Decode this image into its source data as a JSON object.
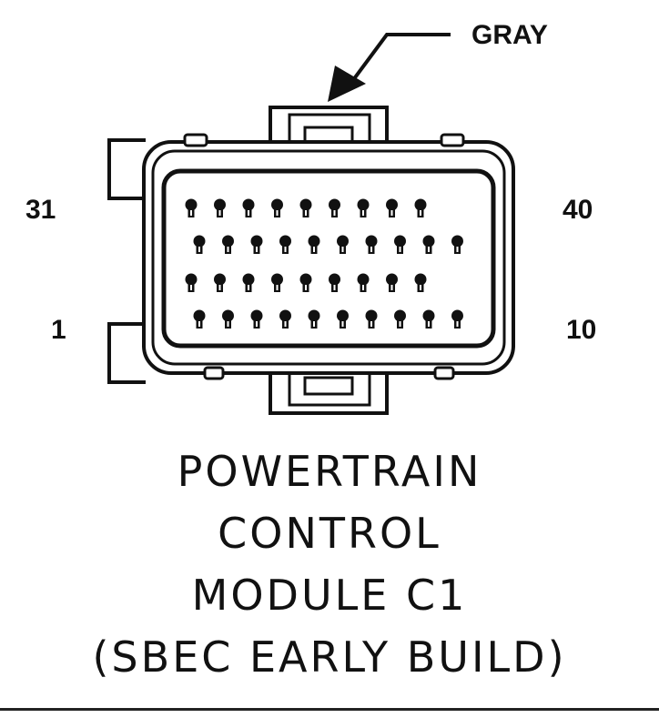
{
  "connector": {
    "wire_color_label": "GRAY",
    "pin_labels": {
      "top_left": "31",
      "top_right": "40",
      "bottom_left": "1",
      "bottom_right": "10"
    },
    "pin_rows": 4,
    "pins_per_row": 10
  },
  "caption": {
    "line1": "POWERTRAIN",
    "line2": "CONTROL",
    "line3": "MODULE C1",
    "line4": "(SBEC EARLY BUILD)"
  },
  "colors": {
    "ink": "#111111",
    "background": "#ffffff"
  }
}
